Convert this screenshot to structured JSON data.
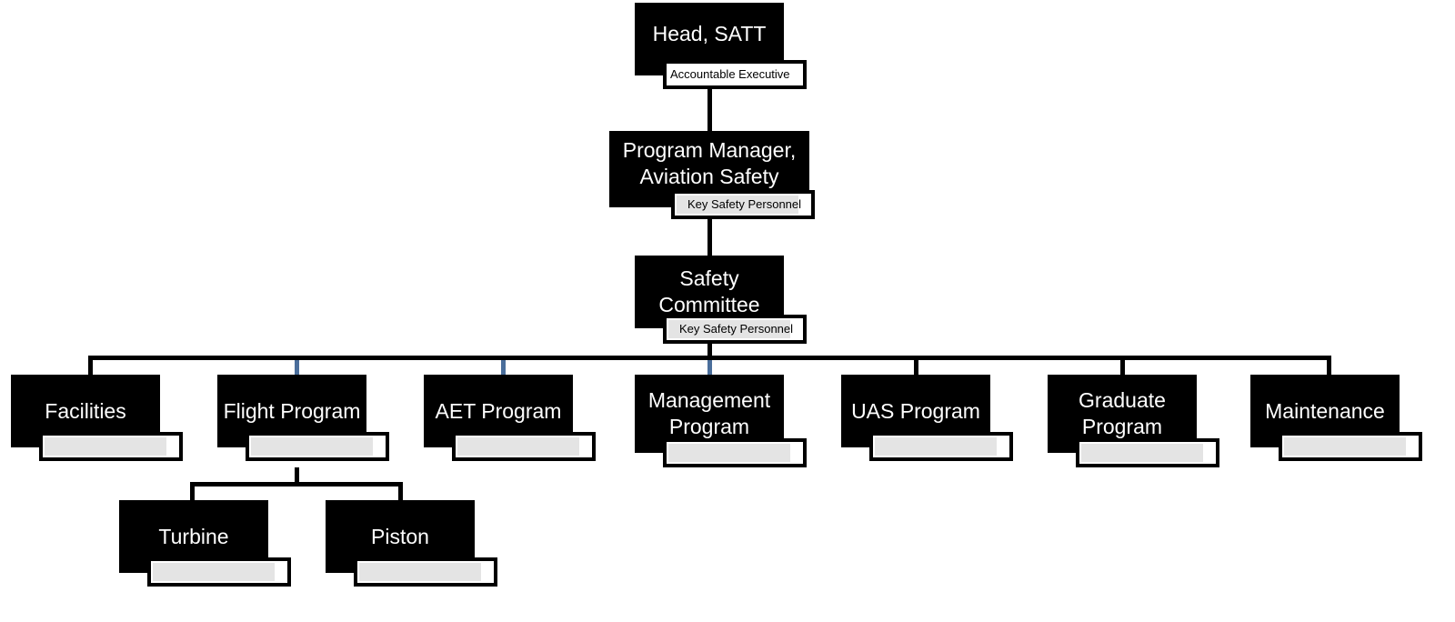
{
  "org_chart": {
    "top": {
      "title": "Head, SATT",
      "caption": "Accountable Executive"
    },
    "program_manager": {
      "line1": "Program Manager,",
      "line2": "Aviation Safety",
      "caption": "Key Safety Personnel"
    },
    "safety_committee": {
      "line1": "Safety",
      "line2": "Committee",
      "caption": "Key Safety Personnel"
    },
    "departments": [
      {
        "line1": "Facilities"
      },
      {
        "line1": "Flight Program"
      },
      {
        "line1": "AET Program"
      },
      {
        "line1": "Management",
        "line2": "Program"
      },
      {
        "line1": "UAS Program"
      },
      {
        "line1": "Graduate",
        "line2": "Program"
      },
      {
        "line1": "Maintenance"
      }
    ],
    "flight_subunits": [
      {
        "line1": "Turbine"
      },
      {
        "line1": "Piston"
      }
    ]
  },
  "colors": {
    "box": "#000000",
    "text": "#ffffff",
    "caption_fill": "#e4e4e4",
    "accent_connector": "#4a6e9b"
  }
}
